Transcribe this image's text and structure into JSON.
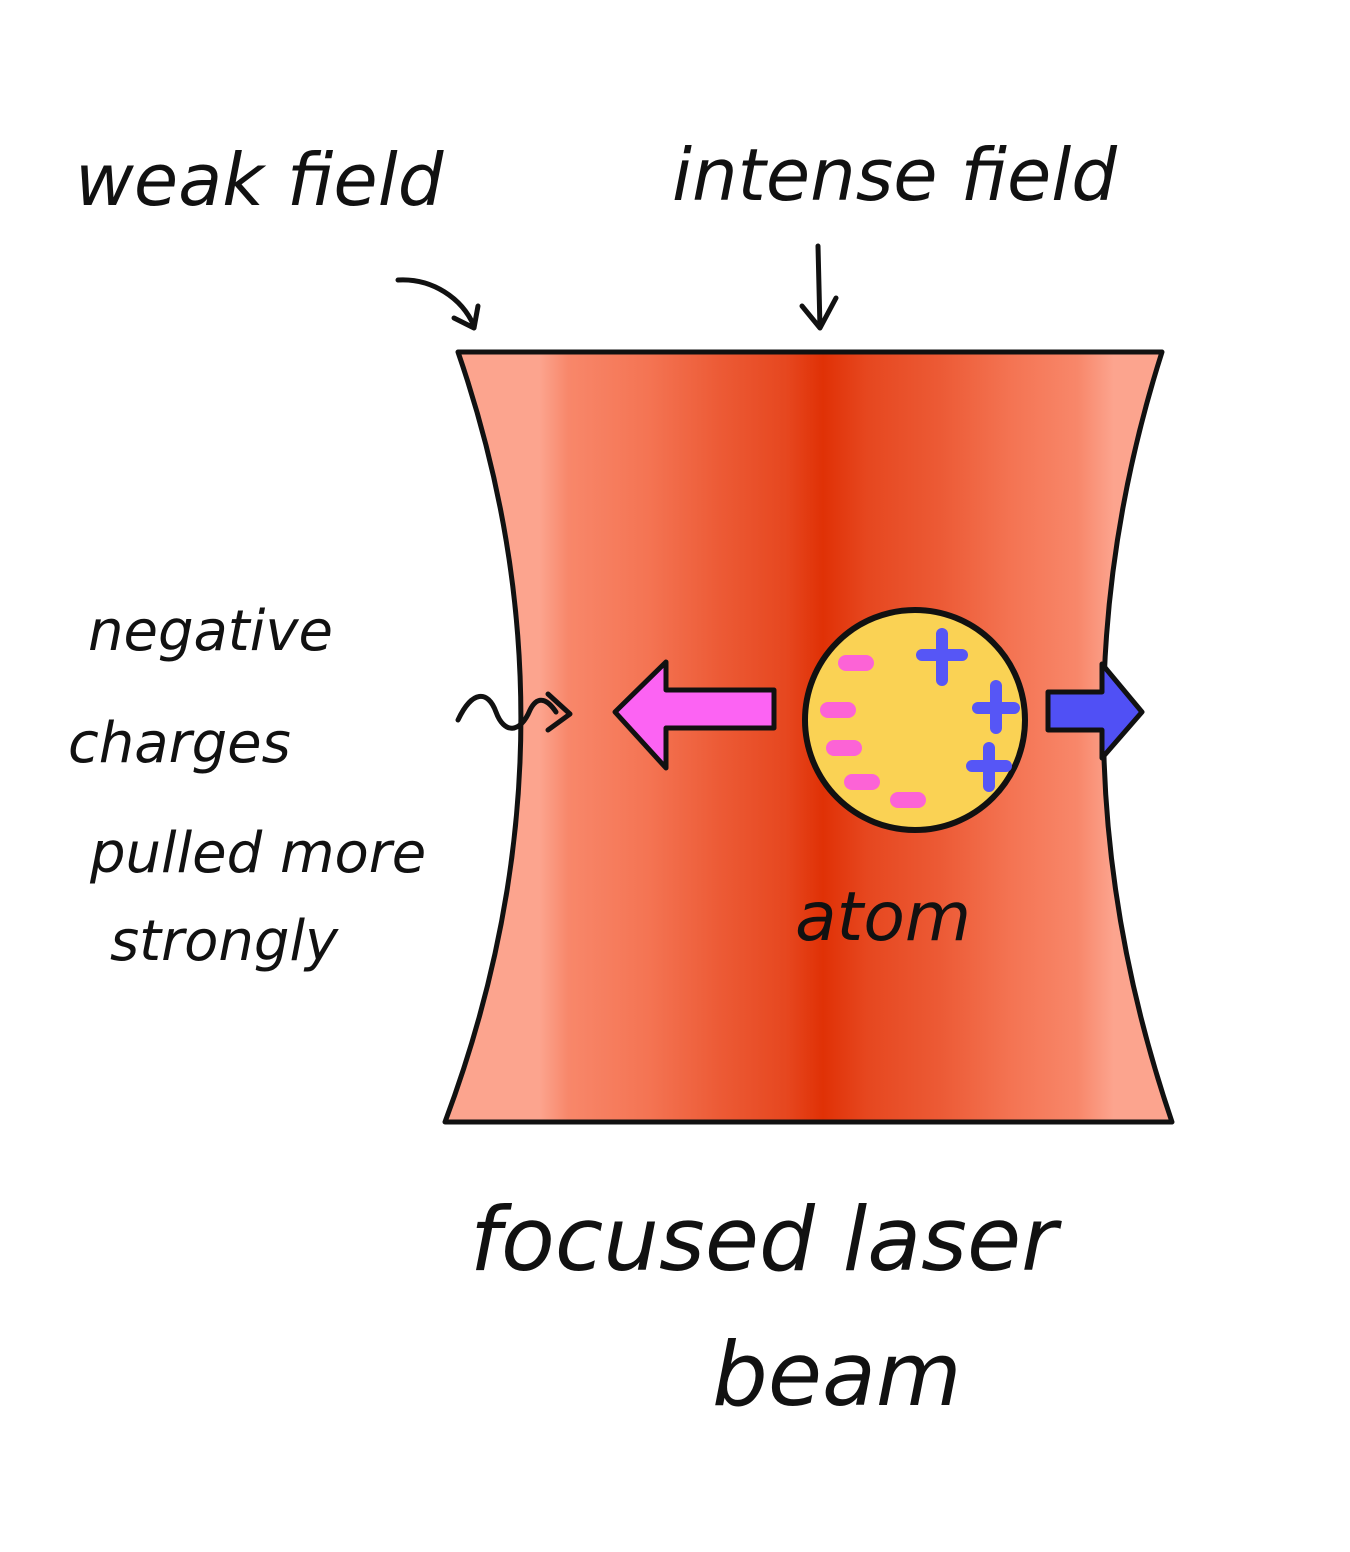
{
  "labels": {
    "weak_field": "weak field",
    "intense_field": "intense field",
    "negative_charges_line1": "negative",
    "negative_charges_line2": "charges",
    "negative_charges_line3": "pulled more",
    "negative_charges_line4": "strongly",
    "atom": "atom",
    "beam_line1": "focused laser",
    "beam_line2": "beam"
  },
  "colors": {
    "beam_edge": "#fba28c",
    "beam_mid": "#f4704f",
    "beam_center": "#e13005",
    "atom_fill": "#fad254",
    "negative_charge": "#fc63d6",
    "positive_charge": "#5656f6",
    "left_arrow": "#fc63f3",
    "right_arrow": "#5050f5",
    "ink": "#111111"
  },
  "atom": {
    "negative_symbols": [
      "-",
      "-",
      "-",
      "-",
      "-"
    ],
    "positive_symbols": [
      "+",
      "+",
      "+"
    ]
  }
}
